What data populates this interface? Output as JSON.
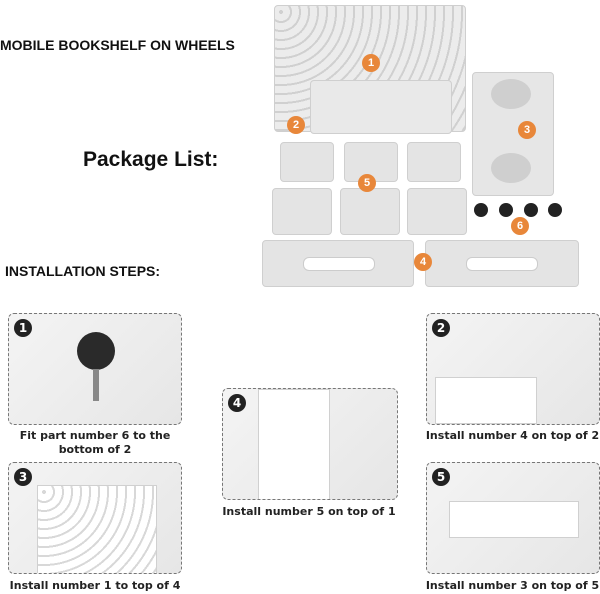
{
  "title": "MOBILE BOOKSHELF ON WHEELS",
  "package_list_label": "Package List:",
  "installation_label": "INSTALLATION STEPS:",
  "accent": "#e8873a",
  "parts": [
    {
      "number": "1"
    },
    {
      "number": "2"
    },
    {
      "number": "3"
    },
    {
      "number": "4"
    },
    {
      "number": "5"
    },
    {
      "number": "6"
    }
  ],
  "steps": [
    {
      "number": "1",
      "caption": "Fit part number 6 to the bottom of 2"
    },
    {
      "number": "2",
      "caption": "Install number 4 on top of 2"
    },
    {
      "number": "4",
      "caption": "Install number 5 on top of 1"
    },
    {
      "number": "3",
      "caption": "Install number 1 to top of 4"
    },
    {
      "number": "5",
      "caption": "Install number 3 on top of 5"
    }
  ]
}
